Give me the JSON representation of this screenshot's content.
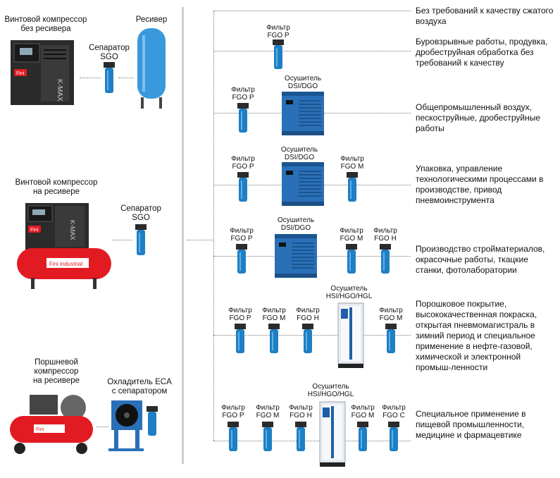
{
  "left": {
    "group1": {
      "compressor": "Винтовой компрессор\nбез ресивера",
      "separator": "Сепаратор\nSGO",
      "receiver": "Ресивер"
    },
    "group2": {
      "compressor": "Винтовой компрессор\nна ресивере",
      "separator": "Сепаратор\nSGO"
    },
    "group3": {
      "compressor": "Поршневой\nкомпрессор\nна ресивере",
      "cooler": "Охладитель ECA\nс сепаратором"
    },
    "brand": "Fini",
    "model": "K-MAX",
    "industrial": "industrial"
  },
  "rows": [
    {
      "desc": "Без требований к качеству сжатого воздуха"
    },
    {
      "desc": "Буровзрывные работы, продувка, дробеструйная обработка без требований к качеству",
      "filter_p": "Фильтр\nFGO P"
    },
    {
      "desc": "Общепромышленный воздух, пескоструйные, дробеструйные работы",
      "filter_p": "Фильтр\nFGO P",
      "dryer": "Осушитель\nDSI/DGO"
    },
    {
      "desc": "Упаковка, управление технологическими процессами в производстве, привод пневмоинструмента",
      "filter_p": "Фильтр\nFGO P",
      "dryer": "Осушитель\nDSI/DGO",
      "filter_m": "Фильтр\nFGO M"
    },
    {
      "desc": "Производство стройматериалов, окрасочные работы, ткацкие станки, фотолаборатории",
      "filter_p": "Фильтр\nFGO P",
      "dryer": "Осушитель\nDSI/DGO",
      "filter_m": "Фильтр\nFGO M",
      "filter_h": "Фильтр\nFGO H"
    },
    {
      "desc": "Порошковое покрытие, высококачественная покраска, открытая пневмомагистраль в зимний период и специальное применение в  нефте-газовой, химической и  электронной промыш-ленности",
      "filter_p": "Фильтр\nFGO P",
      "filter_m": "Фильтр\nFGO M",
      "filter_h": "Фильтр\nFGO H",
      "dryer": "Осушитель\nHSI/HGO/HGL",
      "filter_m2": "Фильтр\nFGO M"
    },
    {
      "desc": "Специальное применение в пищевой промышленности, медицине и фармацевтике",
      "filter_p": "Фильтр\nFGO P",
      "filter_m": "Фильтр\nFGO M",
      "filter_h": "Фильтр\nFGO H",
      "dryer": "Осушитель\nHSI/HGO/HGL",
      "filter_m2": "Фильтр\nFGO M",
      "filter_c": "Фильтр\nFGO C"
    }
  ],
  "colors": {
    "filter_blue": "#1f7fc4",
    "dryer_blue": "#2a70b8",
    "tank_red": "#e21b23",
    "receiver_blue": "#3a98dc",
    "dark": "#2b2b2b"
  }
}
